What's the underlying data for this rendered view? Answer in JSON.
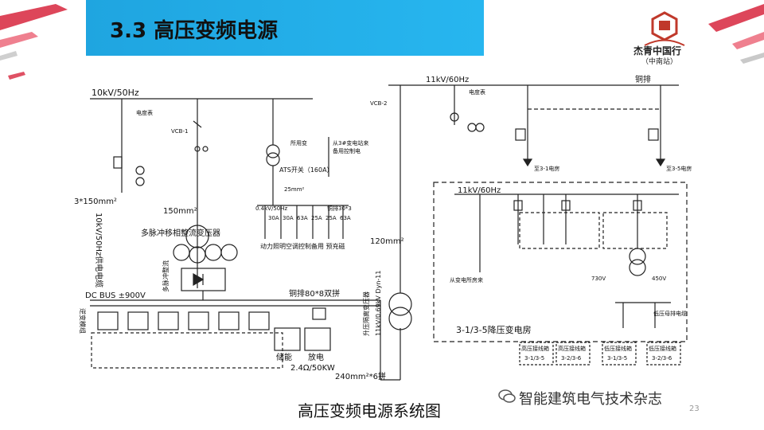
{
  "title": "3.3 高压变频电源",
  "logo": {
    "name": "杰青中国行",
    "sub": "（中南站）"
  },
  "caption": "高压变频电源系统图",
  "watermark": "智能建筑电气技术杂志",
  "page_number": "23",
  "diagram": {
    "left_bus": "10kV/50Hz",
    "right_bus": "11kV/60Hz",
    "copper_bar_top": "铜排",
    "meter_label": "电度表",
    "meter_label_right": "电度表",
    "vcb1": "VCB-1",
    "vcb2": "VCB-2",
    "cable_150_3": "3*150mm²",
    "cable_150": "150mm²",
    "power_cable_vertical": "10kV/50Hz供电电缆",
    "aux_transformer": "所用变",
    "from_3": "从3#变电站来",
    "backup_power": "备用控制电",
    "ats": "ATS开关（160A）",
    "cable_25": "25mm²",
    "low_bus": "0.4kV/50Hz",
    "copper_30": "铜排30*3",
    "breakers": [
      "30A",
      "30A",
      "63A",
      "25A",
      "25A",
      "63A"
    ],
    "loads": "动力照明空调控制备用 预充磁",
    "rectifier": "多脉冲移相整流变压器",
    "rectifier_module": "多脉冲整流",
    "dc_bus": "DC BUS ±900V",
    "copper_80": "铜排80*8双拼",
    "inverter_module": "逆变模组",
    "storage": "储能",
    "discharge": "放电",
    "resistor": "2.4Ω/50KW",
    "cable_240": "240mm²*6拼",
    "cable_120": "120mm²",
    "step_up": "升压隔离变压器",
    "step_up_rating": "11kV/0.69kV Dyn-11",
    "to_31": "至3-1电房",
    "to_35": "至3-5电房",
    "substation_bus": "11kV/60Hz",
    "from_sub": "从变电所房来",
    "substation": "3-1/3-5降压变电房",
    "v730": "730V",
    "v450": "450V",
    "low_cable": "低压母排电缆",
    "boxes": [
      "高压接线箱",
      "高压接线箱",
      "低压接线箱",
      "低压接线箱"
    ],
    "box_ids": [
      "3-1/3-5",
      "3-2/3-6",
      "3-1/3-5",
      "3-2/3-6"
    ]
  }
}
